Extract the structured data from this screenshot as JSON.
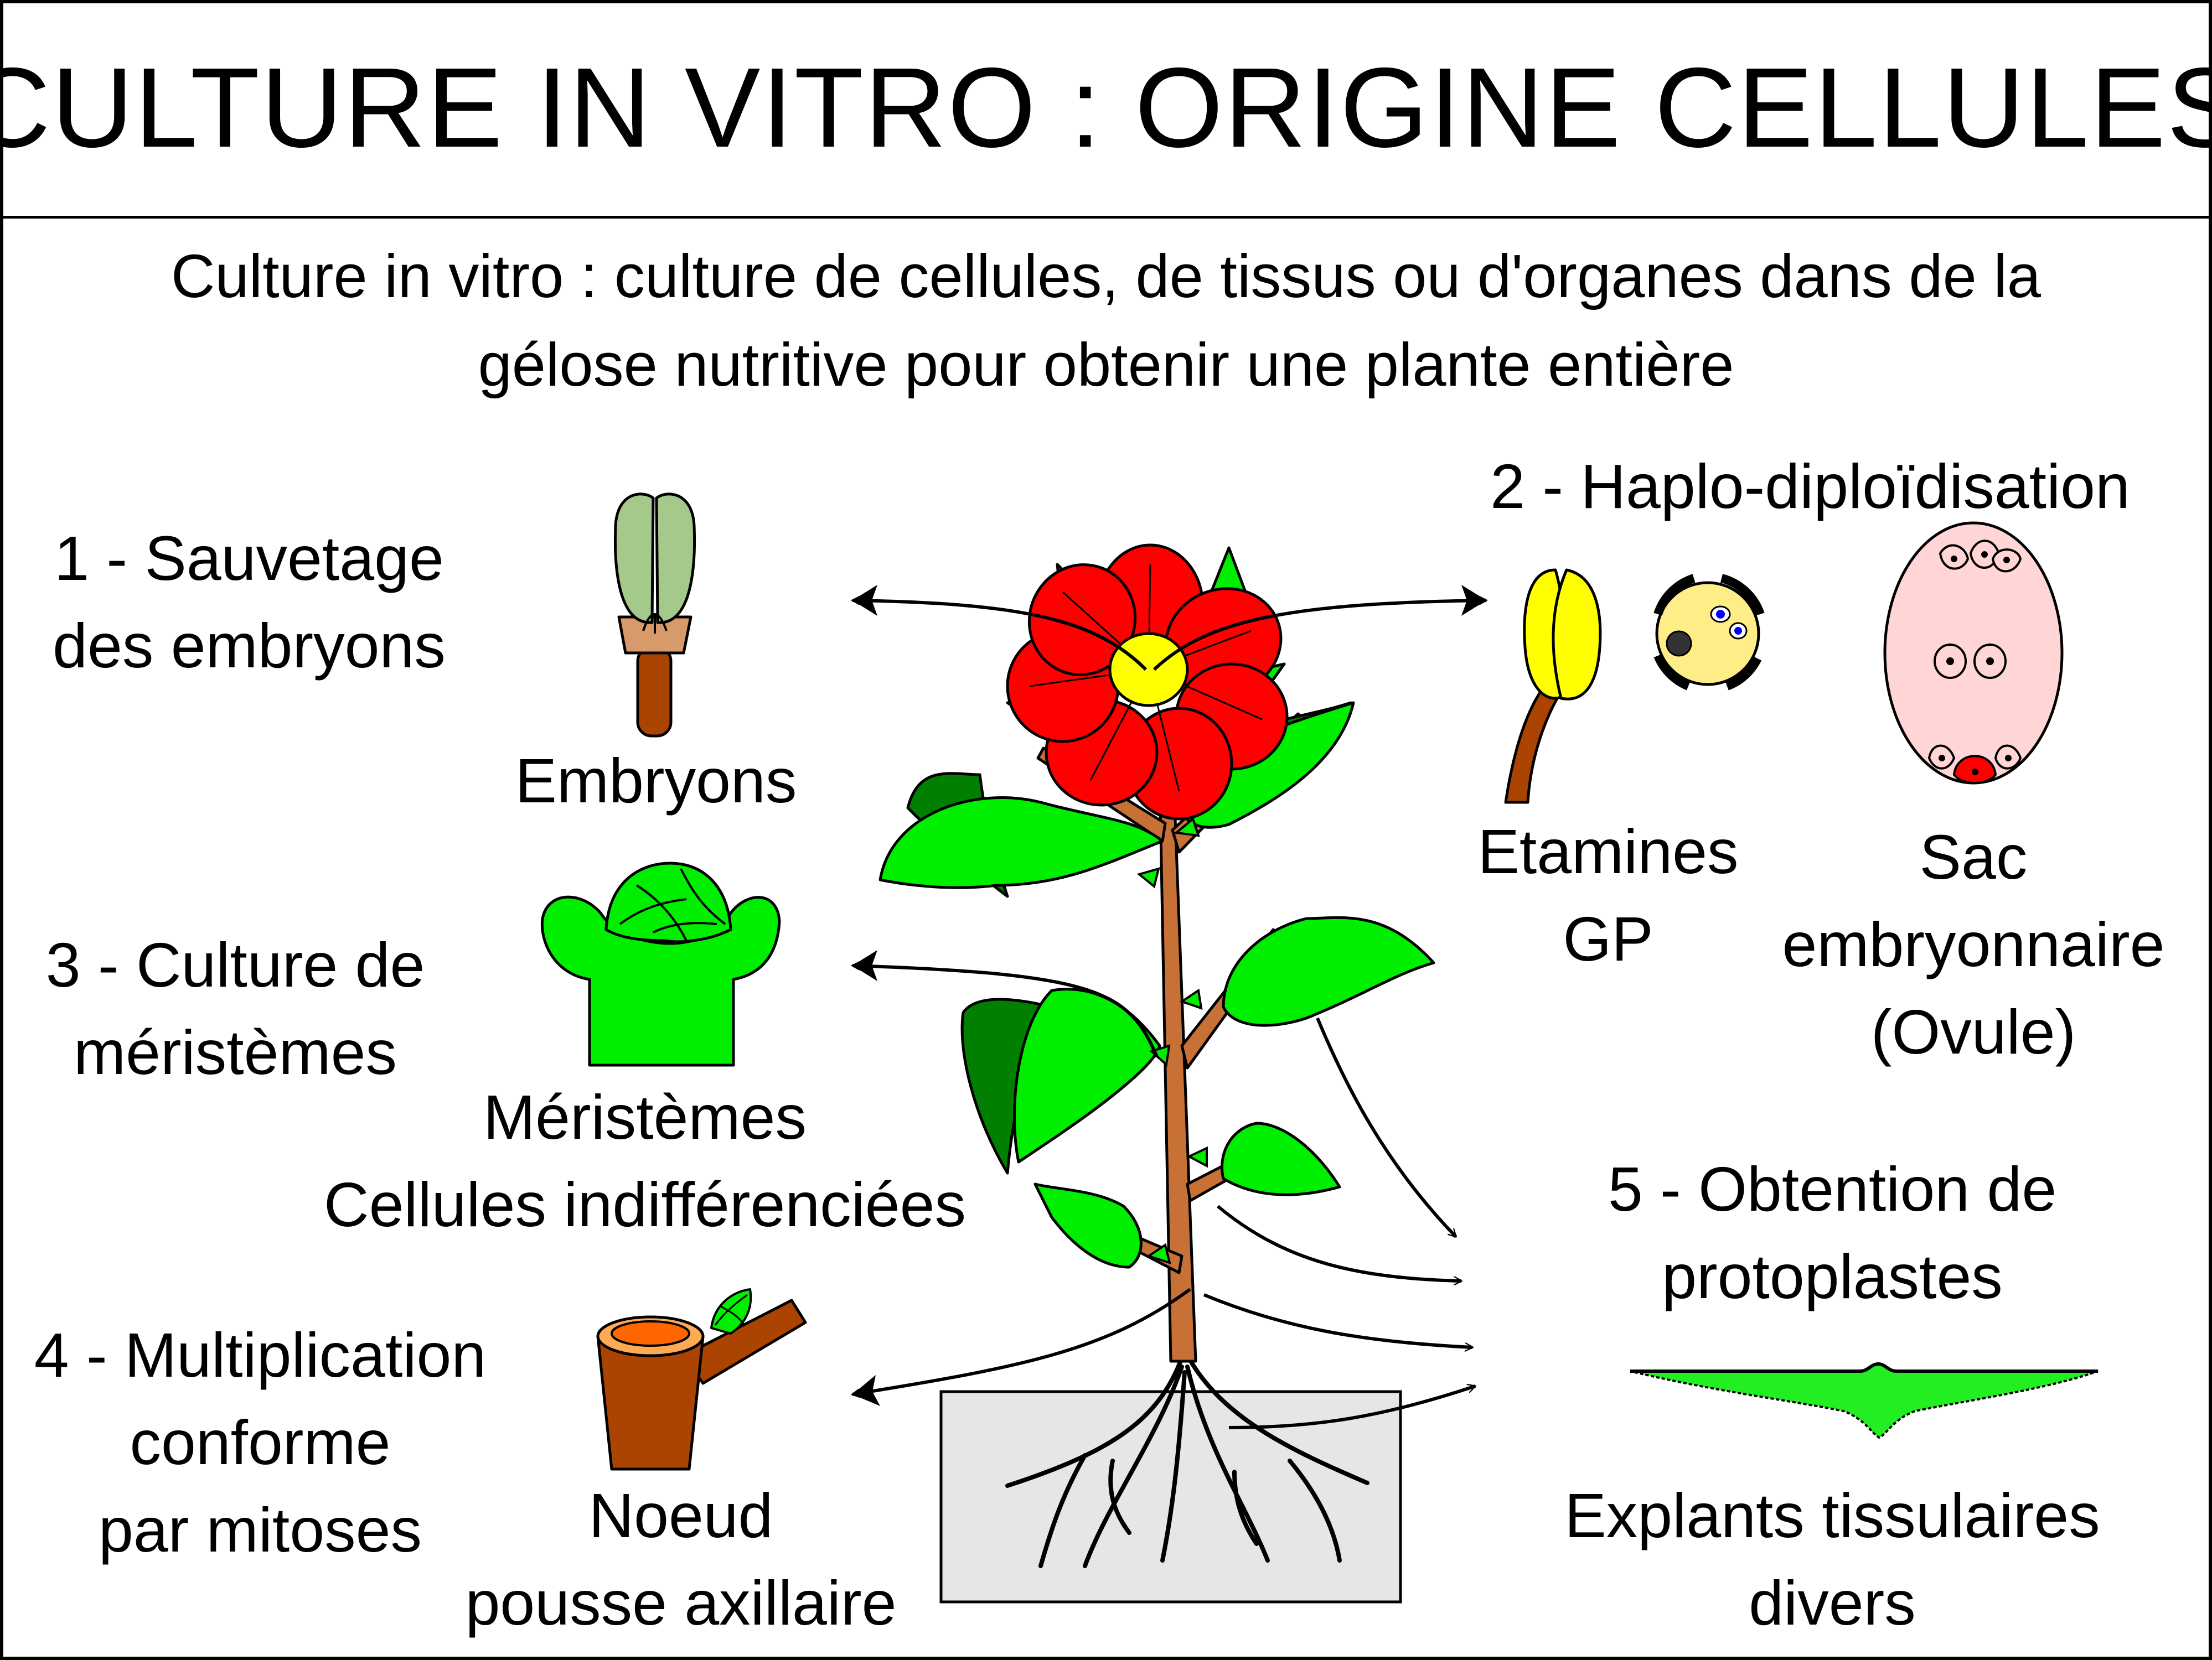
{
  "title": "CULTURE IN VITRO : ORIGINE CELLULES",
  "definition": {
    "line1": "Culture in vitro : culture de cellules, de tissus ou d'organes dans de la",
    "line2": "gélose nutritive pour obtenir une plante entière"
  },
  "sections": {
    "s1": {
      "line1": "1 - Sauvetage",
      "line2": "des embryons",
      "caption": "Embryons"
    },
    "s2": {
      "heading": "2 - Haplo-diploïdisation",
      "caption_a1": "Etamines",
      "caption_a2": "GP",
      "caption_b1": "Sac",
      "caption_b2": "embryonnaire",
      "caption_b3": "(Ovule)"
    },
    "s3": {
      "line1": "3 - Culture de",
      "line2": "méristèmes",
      "caption1": "Méristèmes",
      "caption2": "Cellules indifférenciées"
    },
    "s4": {
      "line1": "4 - Multiplication",
      "line2": "conforme",
      "line3": "par mitoses",
      "caption1": "Noeud",
      "caption2": "pousse axillaire"
    },
    "s5": {
      "line1": "5 - Obtention de",
      "line2": "protoplastes",
      "caption1": "Explants tissulaires",
      "caption2": "divers"
    }
  },
  "colors": {
    "petal": "#ff0000",
    "flower_center": "#ffff00",
    "leaf": "#00ee00",
    "leaf_dark": "#007f00",
    "stem": "#c87137",
    "node_brown": "#aa4400",
    "embryo_green": "#a5c98b",
    "embryo_tan": "#d89a6a",
    "anther": "#ffff00",
    "pollen_bg": "#ffee88",
    "sac_pink": "#ffd5d5",
    "pot_grey": "#e6e6e6"
  }
}
